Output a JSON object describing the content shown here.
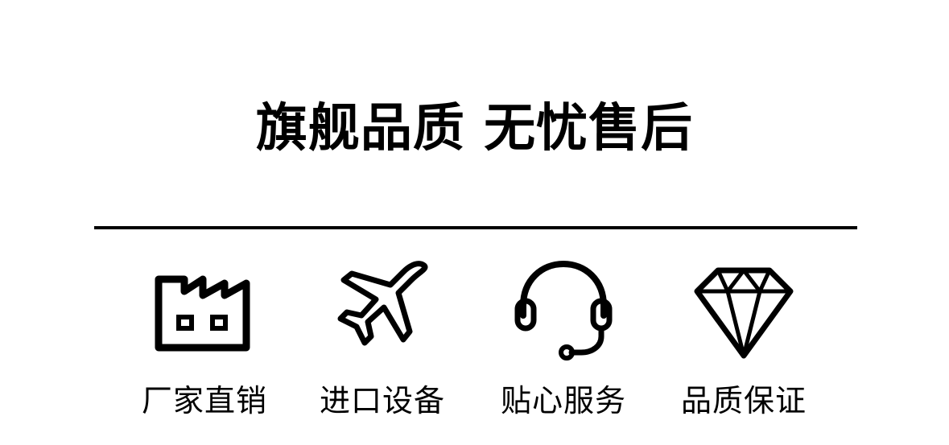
{
  "headline": "旗舰品质 无忧售后",
  "features": [
    {
      "icon": "factory-icon",
      "label": "厂家直销"
    },
    {
      "icon": "airplane-icon",
      "label": "进口设备"
    },
    {
      "icon": "headset-icon",
      "label": "贴心服务"
    },
    {
      "icon": "diamond-icon",
      "label": "品质保证"
    }
  ],
  "colors": {
    "background": "#ffffff",
    "foreground": "#000000"
  }
}
